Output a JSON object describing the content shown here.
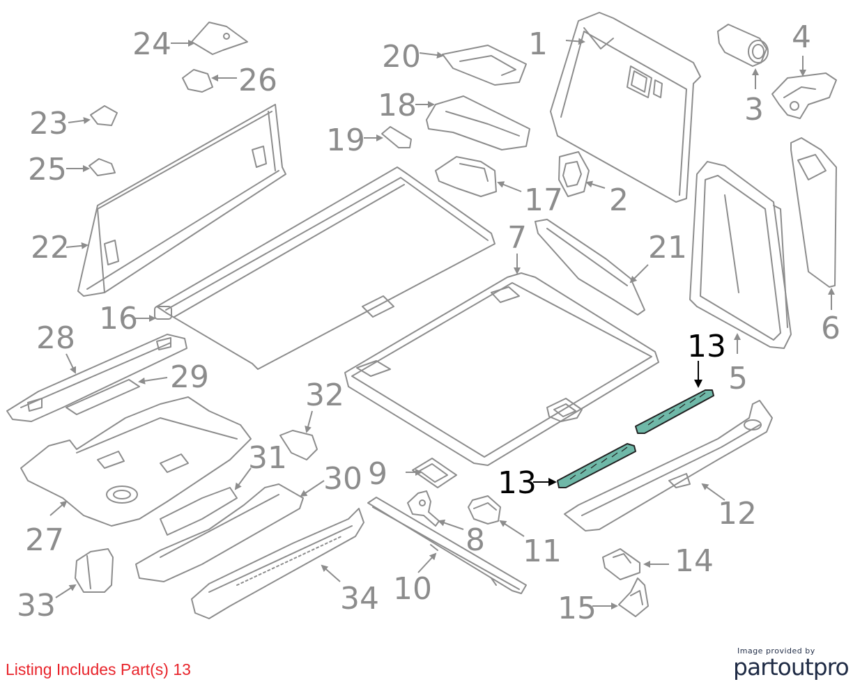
{
  "labels": {
    "l1": "1",
    "l2": "2",
    "l3": "3",
    "l4": "4",
    "l5": "5",
    "l6": "6",
    "l7": "7",
    "l8": "8",
    "l9": "9",
    "l10": "10",
    "l11": "11",
    "l12": "12",
    "l13a": "13",
    "l13b": "13",
    "l14": "14",
    "l15": "15",
    "l16": "16",
    "l17": "17",
    "l18": "18",
    "l19": "19",
    "l20": "20",
    "l21": "21",
    "l22": "22",
    "l23": "23",
    "l24": "24",
    "l25": "25",
    "l26": "26",
    "l27": "27",
    "l28": "28",
    "l29": "29",
    "l30": "30",
    "l31": "31",
    "l32": "32",
    "l33": "33",
    "l34": "34"
  },
  "footer": {
    "listing_note": "Listing Includes Part(s) 13",
    "image_credit": "Image provided by",
    "brand_name": "partoutpro"
  },
  "colors": {
    "part_line": "#8c8c8c",
    "label_gray": "#8c8c8c",
    "highlight_fill": "#6fb8a8",
    "highlight_label": "#000000",
    "note_red": "#e8232a",
    "brand_navy": "#1f2b45"
  }
}
